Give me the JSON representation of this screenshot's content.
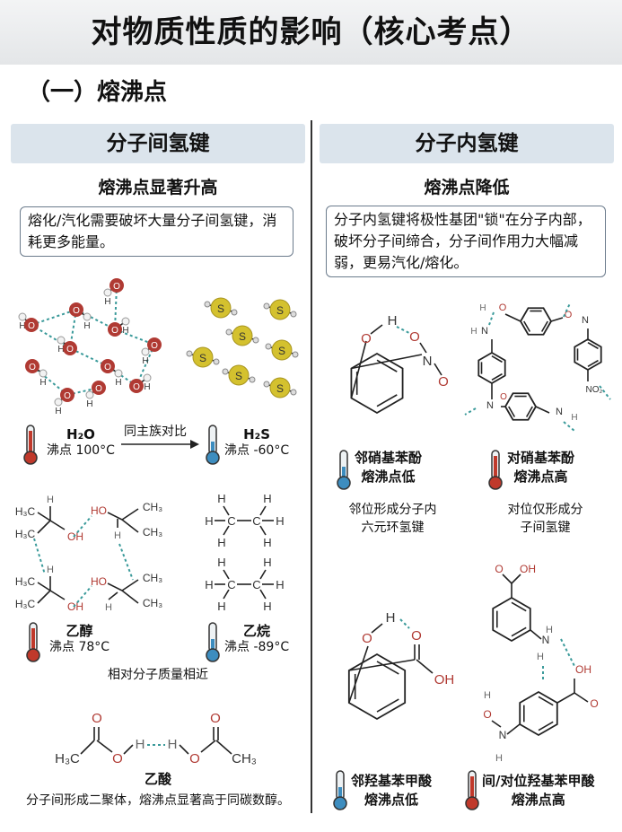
{
  "title": "对物质性质的影响（核心考点）",
  "section": "（一）熔沸点",
  "left": {
    "header": "分子间氢键",
    "subtitle": "熔沸点显著升高",
    "note": "熔化/汽化需要破坏大量分子间氢键，消耗更多能量。",
    "h2o": {
      "name": "H₂O",
      "bp": "沸点 100°C"
    },
    "compare": "同主族对比",
    "h2s": {
      "name": "H₂S",
      "bp": "沸点 -60°C"
    },
    "ethanol": {
      "name": "乙醇",
      "bp": "沸点 78°C"
    },
    "ethane": {
      "name": "乙烷",
      "bp": "沸点 -89°C"
    },
    "mass_note": "相对分子质量相近",
    "acetic": {
      "name": "乙酸",
      "desc": "分子间形成二聚体，熔沸点显著高于同碳数醇。"
    }
  },
  "right": {
    "header": "分子内氢键",
    "subtitle": "熔沸点降低",
    "note": "分子内氢键将极性基团\"锁\"在分子内部，破坏分子间缔合，分子间作用力大幅减弱，更易汽化/熔化。",
    "ortho_nitro": {
      "name": "邻硝基苯酚",
      "bp": "熔沸点低",
      "desc1": "邻位形成分子内",
      "desc2": "六元环氢键"
    },
    "para_nitro": {
      "name": "对硝基苯酚",
      "bp": "熔沸点高",
      "desc1": "对位仅形成分",
      "desc2": "子间氢键"
    },
    "ortho_hba": {
      "name": "邻羟基苯甲酸",
      "bp": "熔沸点低"
    },
    "meta_hba": {
      "name": "间/对位羟基苯甲酸",
      "bp": "熔沸点高"
    }
  },
  "atoms": {
    "H": "H",
    "O": "O",
    "S": "S",
    "N": "N",
    "C": "C",
    "OH": "OH",
    "HO": "HO",
    "CH3": "CH₃",
    "H3C": "H₃C",
    "NO2": "NO₂"
  },
  "colors": {
    "hot": "#c0392b",
    "cold": "#3d8dbf",
    "hbond": "#3a9a9a",
    "oxygen": "#b03a33",
    "sulfur": "#d4c12e"
  }
}
